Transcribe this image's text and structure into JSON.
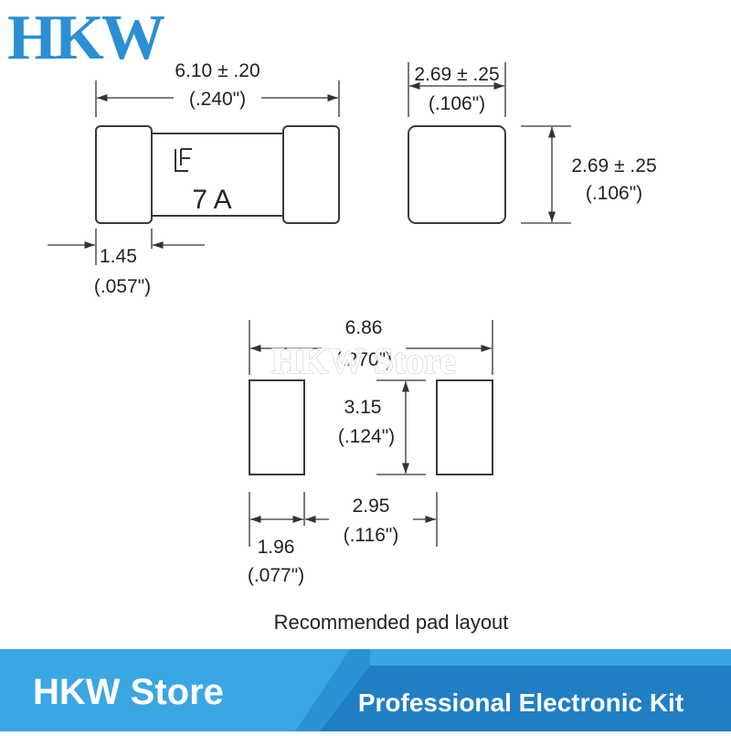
{
  "brand": {
    "logo_text": "HKW",
    "watermark": "HKW Store",
    "color": "#2b8fd3"
  },
  "fuse_top": {
    "length": "6.10 ± .20",
    "length_in": "(.240\")",
    "cap": "1.45",
    "cap_in": "(.057\")",
    "marking_logo": "LF",
    "rating": "7 A"
  },
  "fuse_end": {
    "width": "2.69 ± .25",
    "width_in": "(.106\")",
    "height": "2.69 ± .25",
    "height_in": "(.106\")"
  },
  "pad_layout": {
    "overall": "6.86",
    "overall_in": "(.270\")",
    "pad_height": "3.15",
    "pad_height_in": "(.124\")",
    "pad_width": "1.96",
    "pad_width_in": "(.077\")",
    "gap": "2.95",
    "gap_in": "(.116\")",
    "caption": "Recommended pad layout"
  },
  "banner": {
    "title": "HKW Store",
    "subtitle": "Professional Electronic Kit",
    "color_light": "#3aa7e3",
    "color_dark": "#1f7fc2"
  }
}
